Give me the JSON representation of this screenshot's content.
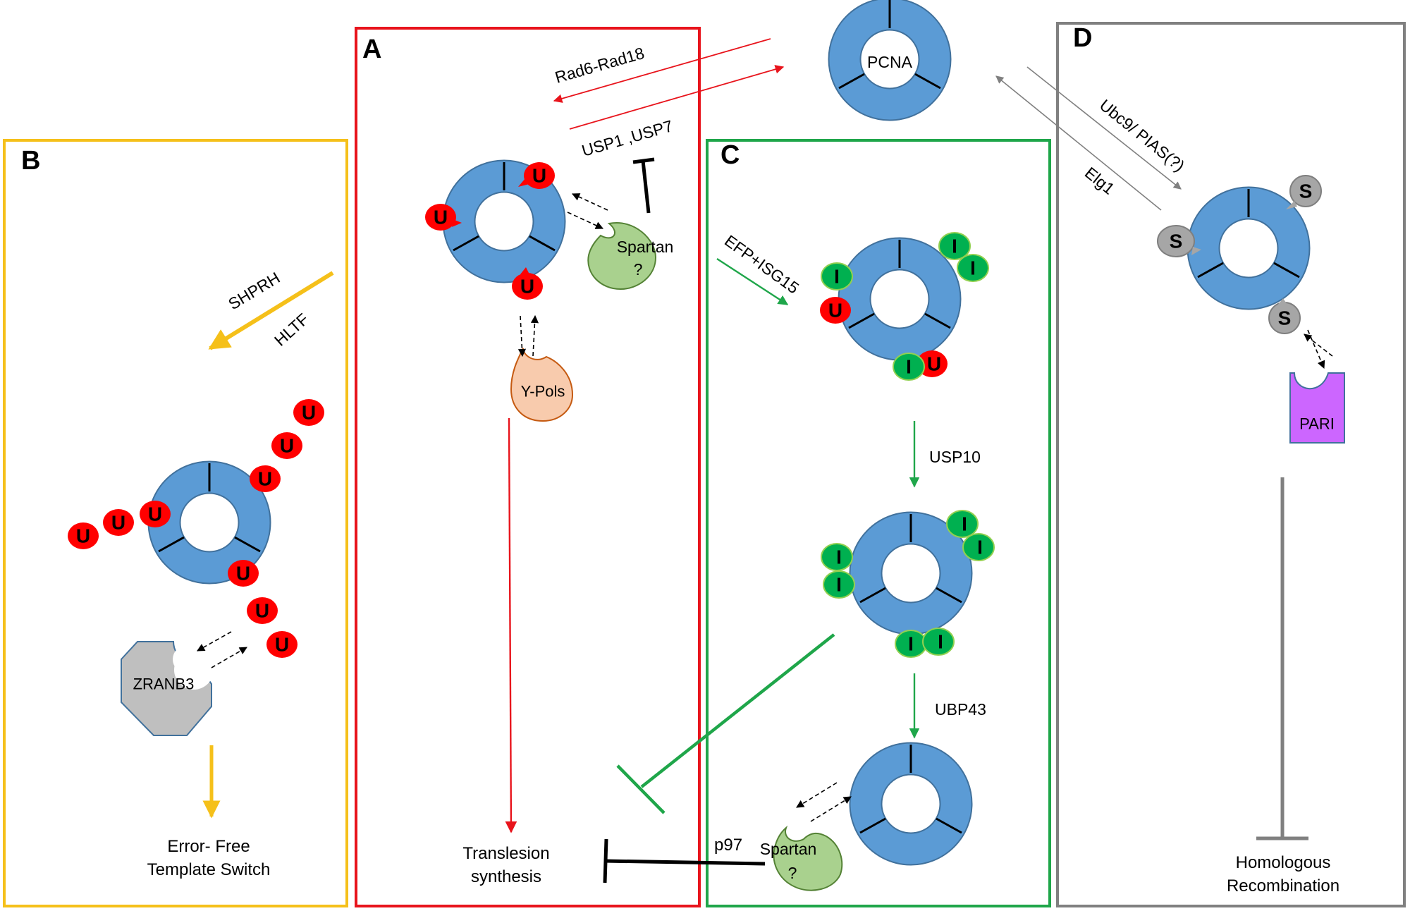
{
  "panels": {
    "a": {
      "letter": "A"
    },
    "b": {
      "letter": "B"
    },
    "c": {
      "letter": "C"
    },
    "d": {
      "letter": "D"
    }
  },
  "labels": {
    "pcna": "PCNA",
    "rad6_rad18": "Rad6-Rad18",
    "usp1_usp7": "USP1 ,USP7",
    "spartan_line1": "Spartan",
    "spartan_line2": "?",
    "y_pols": "Y-Pols",
    "translesion_line1": "Translesion",
    "translesion_line2": "synthesis",
    "shprh": "SHPRH",
    "hltf": "HLTF",
    "zranb3": "ZRANB3",
    "error_free_line1": "Error- Free",
    "error_free_line2": "Template Switch",
    "efp_isg15": "EFP+ISG15",
    "usp10": "USP10",
    "ubp43": "UBP43",
    "p97": "p97",
    "ubc9_pias": "Ubc9/ PIAS(?)",
    "elg1": "Elg1",
    "pari": "PARI",
    "hr_line1": "Homologous",
    "hr_line2": "Recombination",
    "ubiquitin": "U",
    "isg15": "I",
    "sumo": "S"
  },
  "colors": {
    "pcna_fill": "#5b9bd5",
    "pcna_stroke": "#41719c",
    "ubiquitin": "#ff0000",
    "isg15": "#00b050",
    "sumo": "#a6a6a6",
    "panel_a": "#e8141c",
    "panel_b": "#f5c01a",
    "panel_c": "#1fa64a",
    "panel_d": "#808080",
    "spartan": "#a9d18e",
    "y_pols": "#f8cbad",
    "zranb3": "#bfbfbf",
    "pari": "#cc66ff"
  }
}
